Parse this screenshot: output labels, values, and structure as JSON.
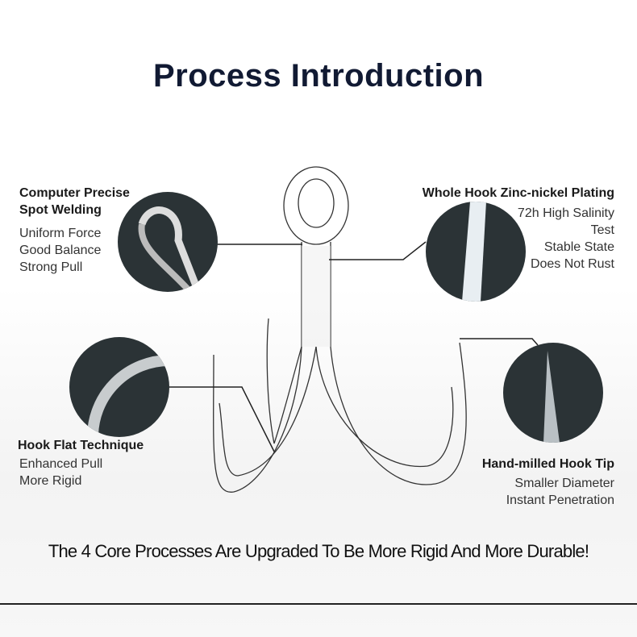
{
  "title": "Process Introduction",
  "features": [
    {
      "heading": [
        "Computer Precise",
        "Spot Welding"
      ],
      "lines": [
        "Uniform Force",
        "Good Balance",
        "Strong Pull"
      ]
    },
    {
      "heading": [
        "Whole Hook Zinc-nickel Plating"
      ],
      "lines": [
        "72h High Salinity",
        "Test",
        "Stable State",
        "Does Not Rust"
      ]
    },
    {
      "heading": [
        "Hook Flat Technique"
      ],
      "lines": [
        "Enhanced Pull",
        "More Rigid"
      ]
    },
    {
      "heading": [
        "Hand-milled Hook Tip"
      ],
      "lines": [
        "Smaller Diameter",
        "Instant Penetration"
      ]
    }
  ],
  "footer": "The 4 Core Processes Are Upgraded To Be More Rigid And More Durable!",
  "colors": {
    "title": "#111a33",
    "circle": "#2b3336"
  }
}
